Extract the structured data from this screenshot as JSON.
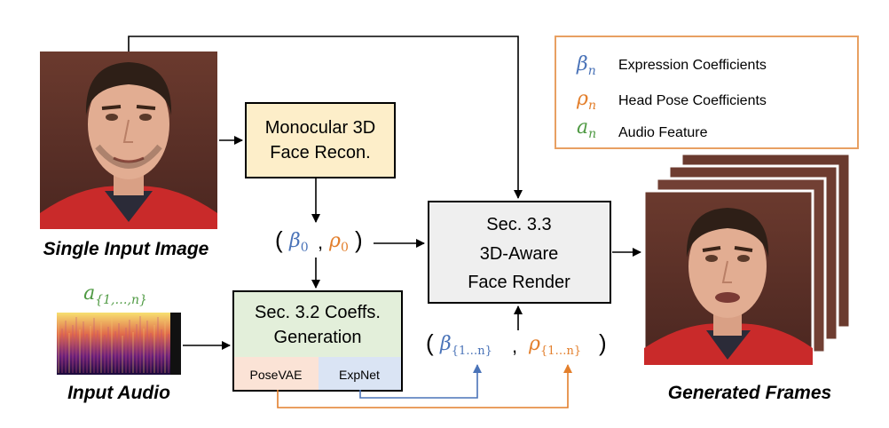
{
  "legend": {
    "items": [
      {
        "symbol": "β",
        "sub": "n",
        "label": "Expression Coefficients",
        "color": "#4a73b8"
      },
      {
        "symbol": "ρ",
        "sub": "n",
        "label": "Head Pose Coefficients",
        "color": "#e37f2c"
      },
      {
        "symbol": "a",
        "sub": "n",
        "label": "Audio Feature",
        "color": "#4f9a43"
      }
    ],
    "border_color": "#e8a062"
  },
  "input_image": {
    "caption": "Single Input Image"
  },
  "input_audio": {
    "caption": "Input Audio",
    "feature_symbol": "a",
    "feature_sub": "{1,…,n}"
  },
  "recon_box": {
    "line1": "Monocular 3D",
    "line2": "Face Recon.",
    "fill": "#fdeec9"
  },
  "init_coeffs": {
    "open": "(",
    "beta": "β",
    "beta_sub": "0",
    "comma": ",",
    "rho": "ρ",
    "rho_sub": "0",
    "close": ")"
  },
  "coeff_box": {
    "line1": "Sec. 3.2 Coeffs.",
    "line2": "Generation",
    "fill": "#e3efda",
    "posevae": "PoseVAE",
    "posevae_fill": "#fbe3d6",
    "expnet": "ExpNet",
    "expnet_fill": "#dae4f4"
  },
  "render_box": {
    "line1": "Sec. 3.3",
    "line2": "3D-Aware",
    "line3": "Face Render",
    "fill": "#efefef"
  },
  "seq_coeffs": {
    "open": "(",
    "beta": "β",
    "beta_sub": "{1…n}",
    "comma": ",",
    "rho": "ρ",
    "rho_sub": "{1…n}",
    "close": ")"
  },
  "output": {
    "caption": "Generated Frames"
  },
  "colors": {
    "beta": "#4a73b8",
    "rho": "#e37f2c",
    "audio": "#4f9a43",
    "arrow": "#000000"
  }
}
